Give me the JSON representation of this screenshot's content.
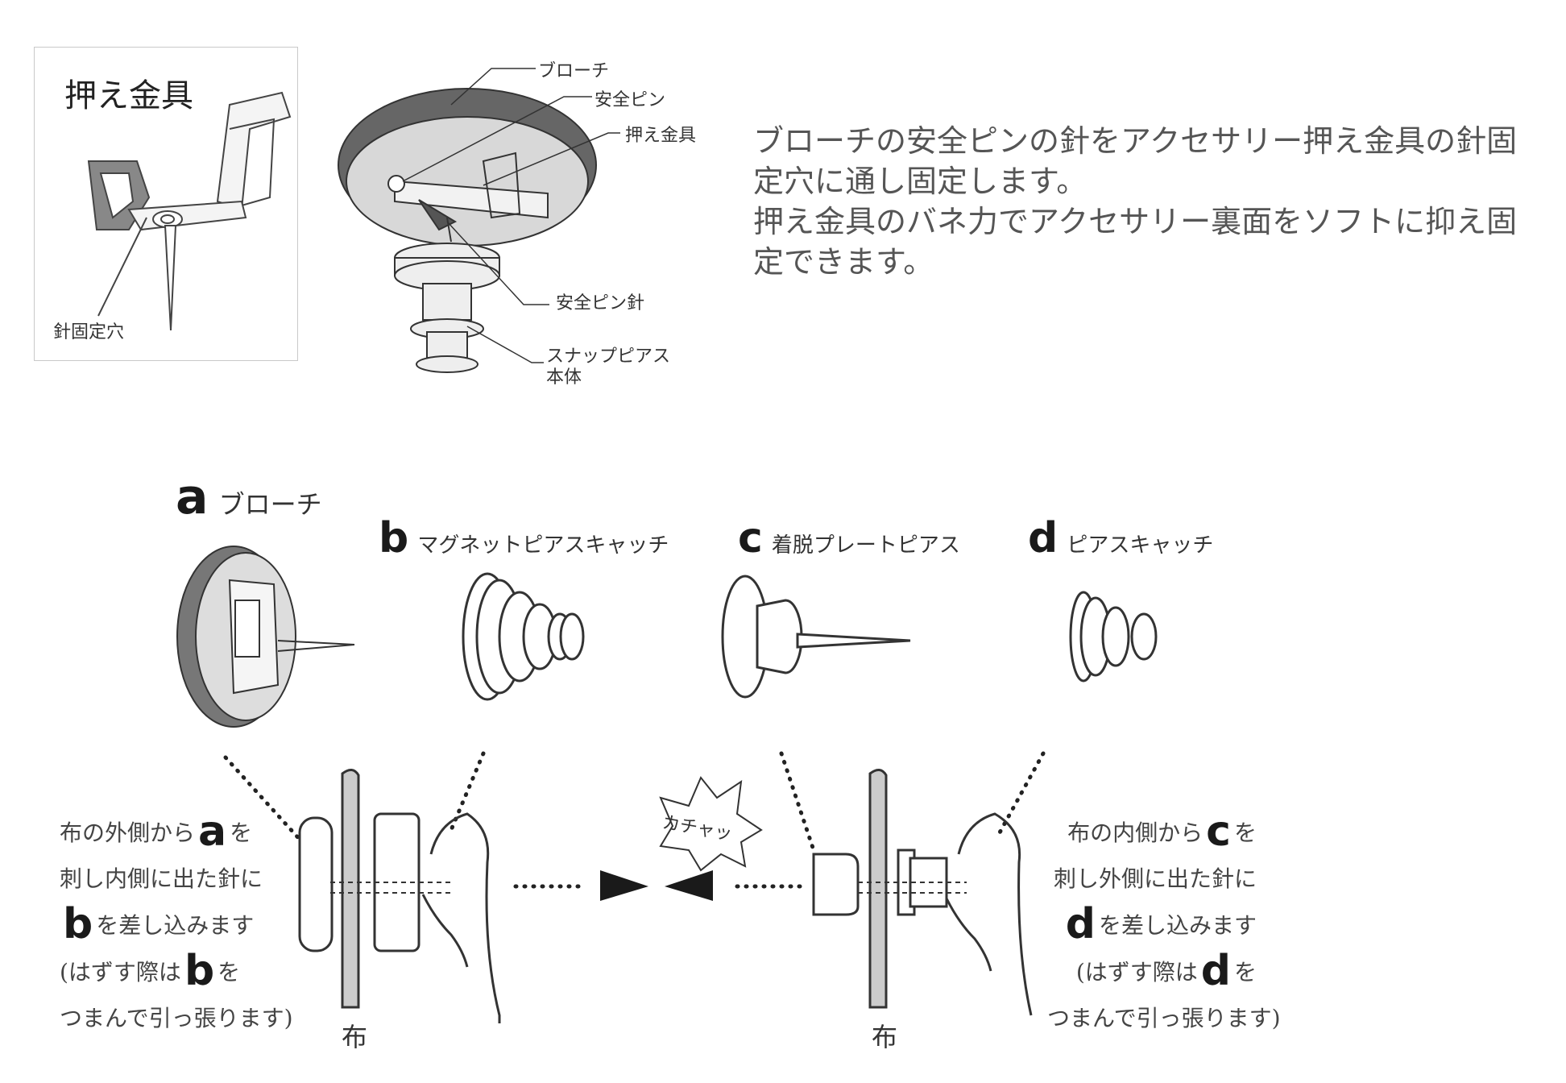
{
  "inset": {
    "title": "押え金具",
    "hole_label": "針固定穴"
  },
  "assembly": {
    "labels": {
      "brooch": "ブローチ",
      "safety_pin": "安全ピン",
      "holder": "押え金具",
      "safety_pin_needle": "安全ピン針",
      "snap_body_line1": "スナップピアス",
      "snap_body_line2": "本体"
    }
  },
  "description": {
    "para1": "ブローチの安全ピンの針をアクセサリー押え金具の針固定穴に通し固定します。",
    "para2": "押え金具のバネ力でアクセサリー裏面をソフトに抑え固定できます。"
  },
  "parts": [
    {
      "letter": "a",
      "name": "ブローチ"
    },
    {
      "letter": "b",
      "name": "マグネットピアスキャッチ"
    },
    {
      "letter": "c",
      "name": "着脱プレートピアス"
    },
    {
      "letter": "d",
      "name": "ピアスキャッチ"
    }
  ],
  "left_instructions": {
    "line1_pre": "布の外側から",
    "line1_letter": "a",
    "line1_post": "を",
    "line2": "刺し内側に出た針に",
    "line3_letter": "b",
    "line3_post": "を差し込みます",
    "line4_pre": "(はずす際は",
    "line4_letter": "b",
    "line4_post": "を",
    "line5": "つまんで引っ張ります)"
  },
  "right_instructions": {
    "line1_pre": "布の内側から",
    "line1_letter": "c",
    "line1_post": "を",
    "line2": "刺し外側に出た針に",
    "line3_letter": "d",
    "line3_post": "を差し込みます",
    "line4_pre": "(はずす際は",
    "line4_letter": "d",
    "line4_post": "を",
    "line5": "つまんで引っ張ります)"
  },
  "fabric_label": "布",
  "click_sound": "カチャッ"
}
